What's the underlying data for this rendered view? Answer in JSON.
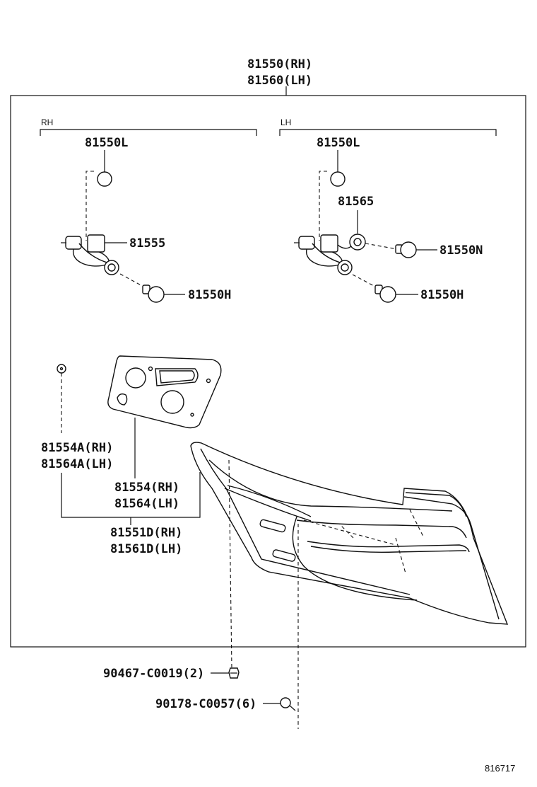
{
  "assembly": {
    "rh": "81550(RH)",
    "lh": "81560(LH)"
  },
  "sections": {
    "rh": "RH",
    "lh": "LH"
  },
  "parts": {
    "bulb_l_rh": "81550L",
    "bulb_l_lh": "81550L",
    "socket_lh": "81565",
    "socket_rh": "81555",
    "bulb_n": "81550N",
    "bulb_h_rh": "81550H",
    "bulb_h_lh": "81550H",
    "clip_rh": "81554A(RH)",
    "clip_lh": "81564A(LH)",
    "gasket_rh": "81554(RH)",
    "gasket_lh": "81564(LH)",
    "lens_rh": "81551D(RH)",
    "lens_lh": "81561D(LH)",
    "nut": "90467-C0019(2)",
    "screw": "90178-C0057(6)"
  },
  "diagram_id": "816717"
}
